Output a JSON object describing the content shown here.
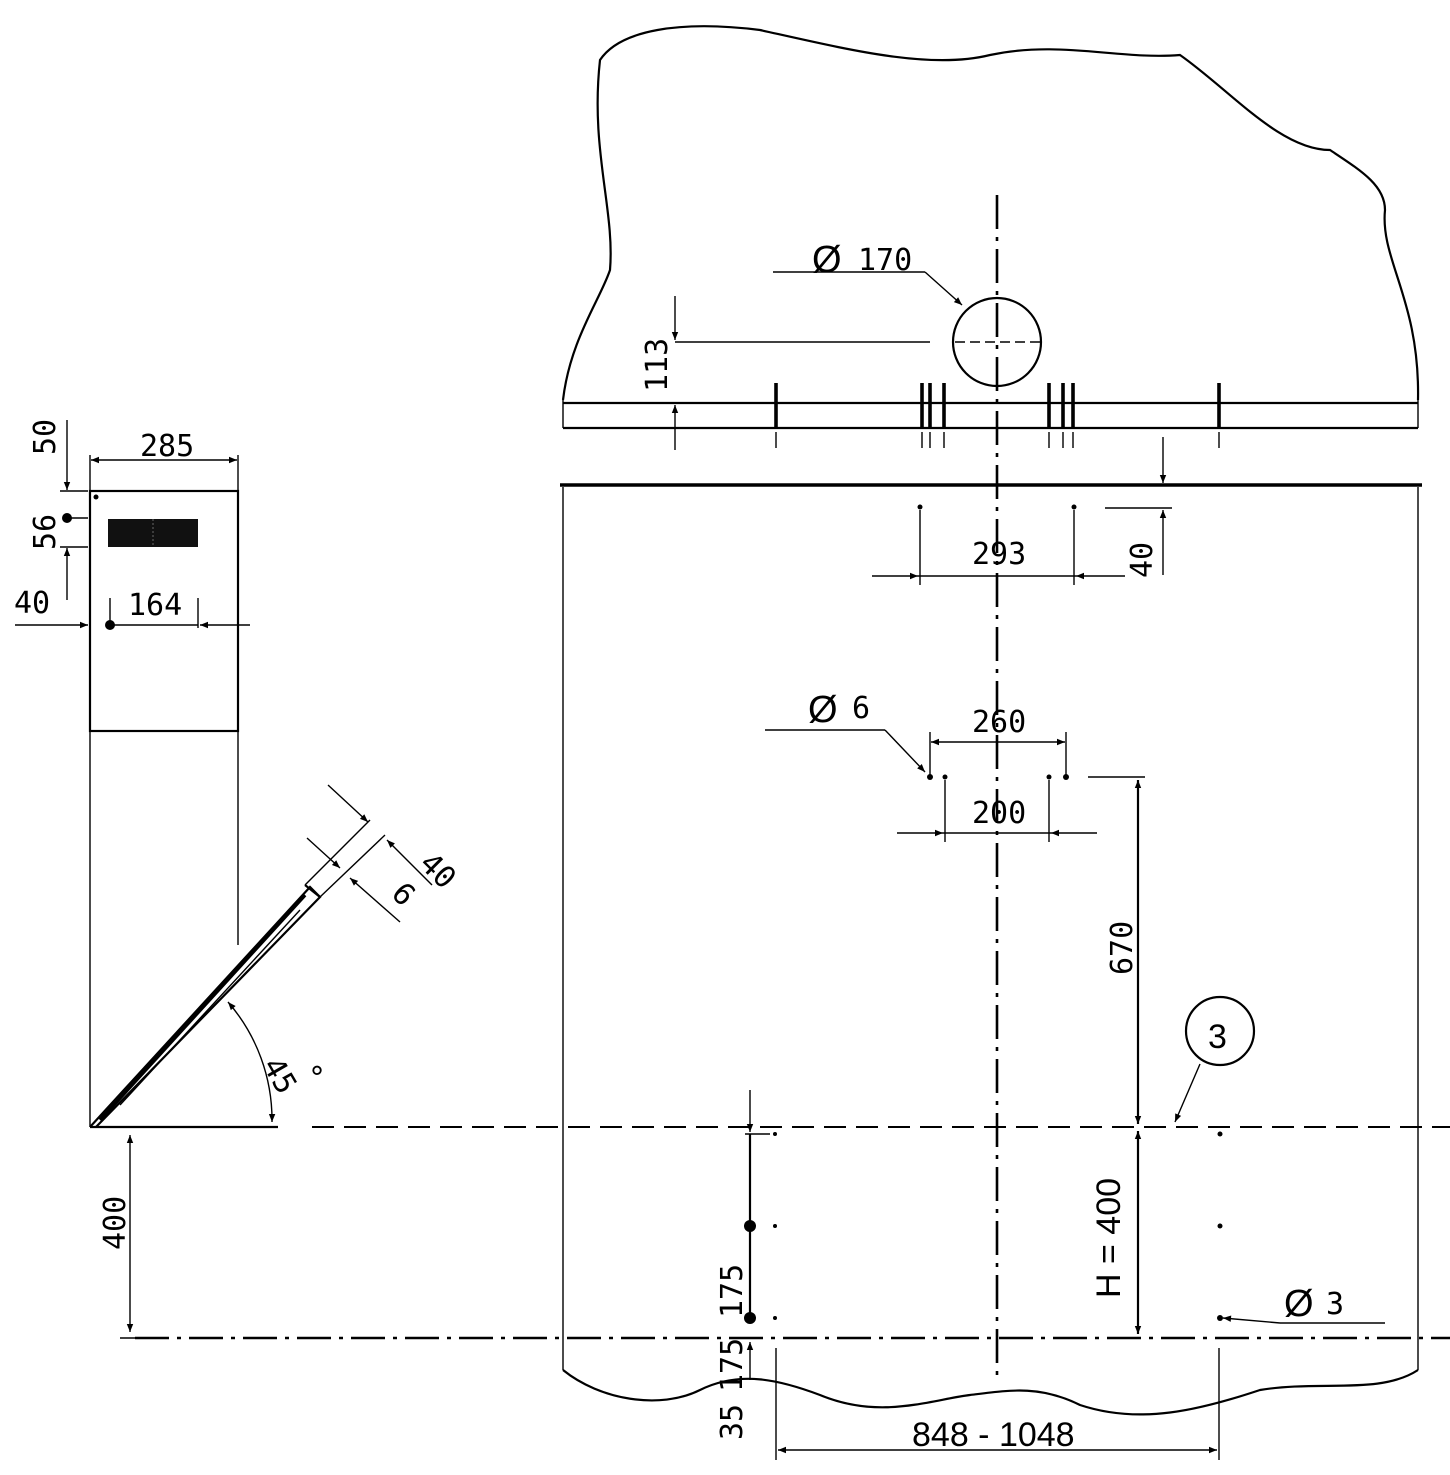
{
  "labels": {
    "d50": "50",
    "d285": "285",
    "d56": "56",
    "d40_left": "40",
    "d164": "164",
    "d40_diag": "40",
    "d6_diag": "6",
    "angle": "45",
    "degree": "°",
    "d400_left": "400",
    "d170": "170",
    "d113": "113",
    "d293": "293",
    "d40_right": "40",
    "d6_hole": "6",
    "d260": "260",
    "d200": "200",
    "d670": "670",
    "ref3": "3",
    "h400": "H = 400",
    "d3_hole": "3",
    "d175a": "175",
    "d175b": "175",
    "d35": "35",
    "range": "848  - 1048",
    "dia": "Ø"
  }
}
